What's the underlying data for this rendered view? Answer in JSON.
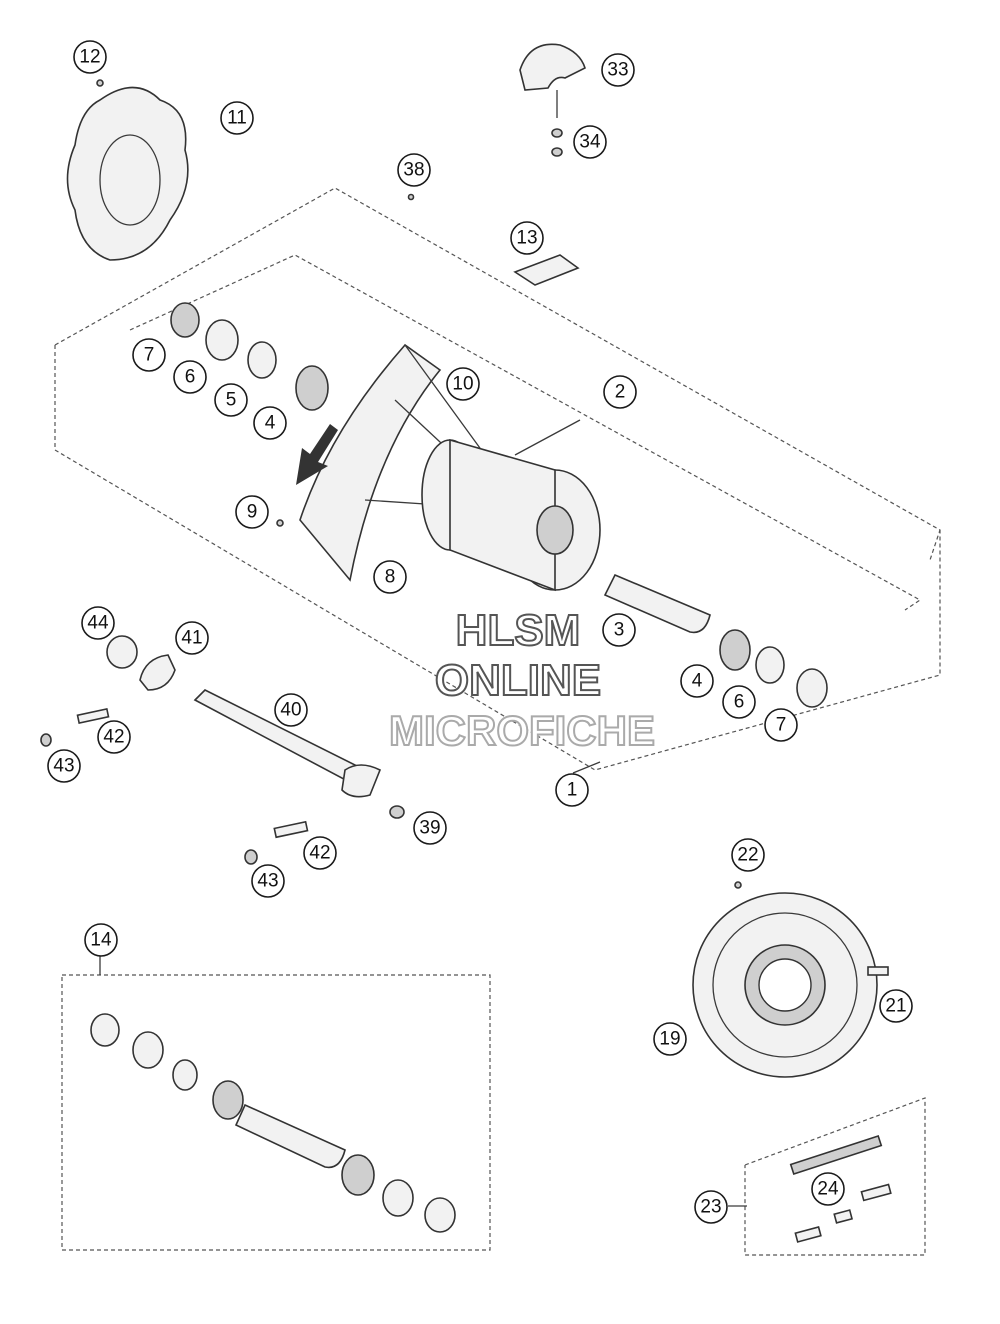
{
  "diagram": {
    "callouts": [
      {
        "n": "12"
      },
      {
        "n": "11"
      },
      {
        "n": "33"
      },
      {
        "n": "34"
      },
      {
        "n": "38"
      },
      {
        "n": "13"
      },
      {
        "n": "7"
      },
      {
        "n": "6"
      },
      {
        "n": "5"
      },
      {
        "n": "4"
      },
      {
        "n": "10"
      },
      {
        "n": "2"
      },
      {
        "n": "9"
      },
      {
        "n": "8"
      },
      {
        "n": "44"
      },
      {
        "n": "41"
      },
      {
        "n": "3"
      },
      {
        "n": "42"
      },
      {
        "n": "40"
      },
      {
        "n": "43"
      },
      {
        "n": "4"
      },
      {
        "n": "6"
      },
      {
        "n": "7"
      },
      {
        "n": "1"
      },
      {
        "n": "39"
      },
      {
        "n": "42"
      },
      {
        "n": "43"
      },
      {
        "n": "22"
      },
      {
        "n": "14"
      },
      {
        "n": "21"
      },
      {
        "n": "19"
      },
      {
        "n": "24"
      },
      {
        "n": "23"
      }
    ]
  },
  "watermark": {
    "line1": "HLSM",
    "line2": "ONLINE",
    "line3": "MICROFICHE",
    "color_dark": "#555555",
    "color_light": "#aaaaaa"
  }
}
